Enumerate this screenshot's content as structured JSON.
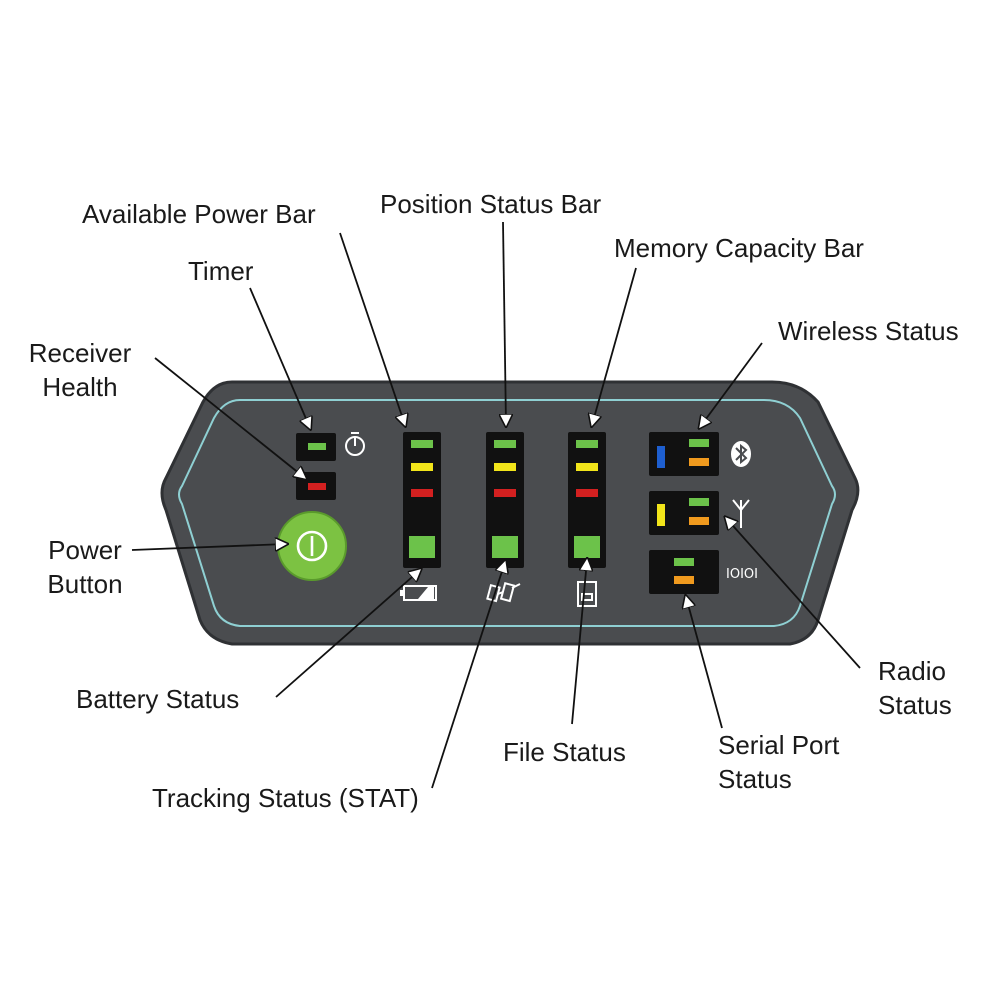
{
  "labels": {
    "available_power_bar": "Available Power Bar",
    "position_status_bar": "Position Status Bar",
    "memory_capacity_bar": "Memory Capacity Bar",
    "timer": "Timer",
    "receiver_health_1": "Receiver",
    "receiver_health_2": "Health",
    "wireless_status": "Wireless Status",
    "power_button_1": "Power",
    "power_button_2": "Button",
    "battery_status": "Battery Status",
    "tracking_status": "Tracking Status (STAT)",
    "file_status": "File Status",
    "radio_status_1": "Radio",
    "radio_status_2": "Status",
    "serial_port_status_1": "Serial Port",
    "serial_port_status_2": "Status"
  },
  "panel": {
    "serial_port_icon_text": "IOIOI"
  },
  "colors": {
    "panel_body": "#4a4c4f",
    "panel_outline": "#2f3134",
    "panel_inner_line": "#8fd0d3",
    "led_window": "#111111",
    "led_green": "#6cc24a",
    "led_yellow": "#f2e51a",
    "led_red": "#d32020",
    "led_orange": "#f09a1e",
    "led_blue": "#1e5fd0",
    "power_button": "#7cc242",
    "icon_white": "#ffffff"
  }
}
